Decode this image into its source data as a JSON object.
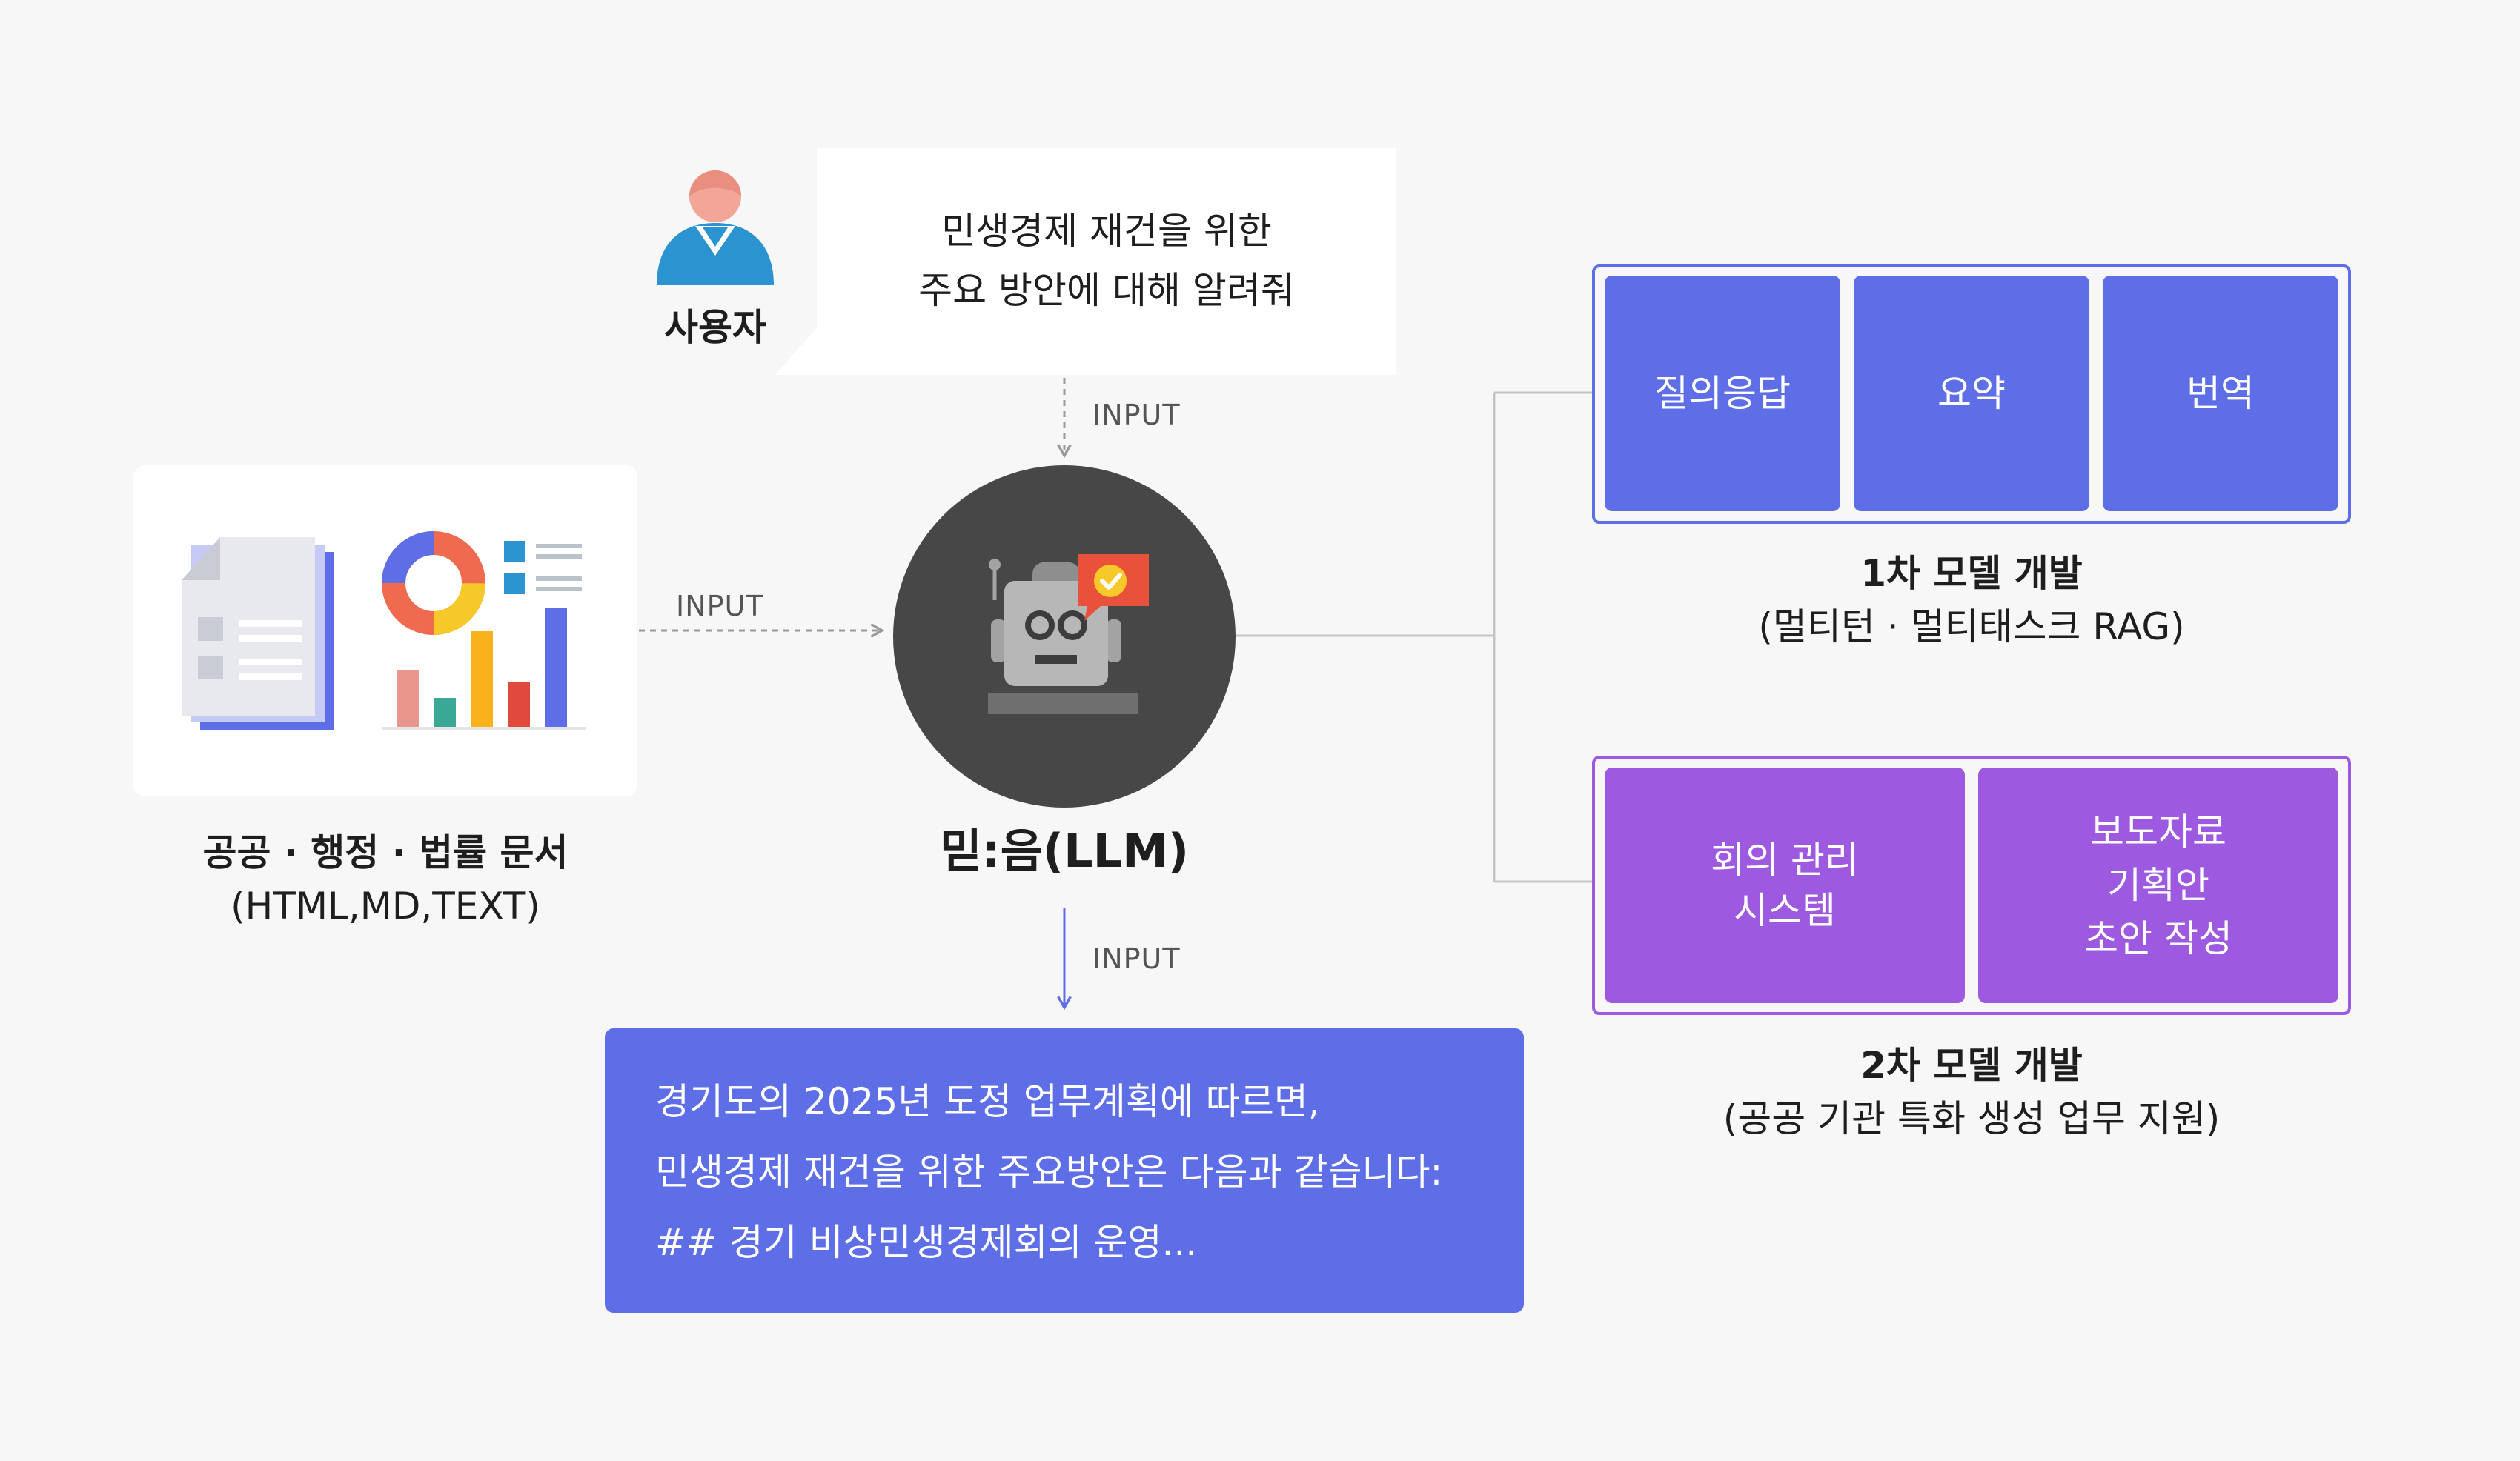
{
  "user": {
    "label": "사용자",
    "query_line1": "민생경제 재건을 위한",
    "query_line2": "주요 방안에 대해 알려줘"
  },
  "connectors": {
    "input_top": "INPUT",
    "input_left": "INPUT",
    "input_bottom": "INPUT"
  },
  "documents": {
    "title": "공공 · 행정 · 법률 문서",
    "formats": "(HTML,MD,TEXT)"
  },
  "llm": {
    "name": "믿:음(LLM)"
  },
  "model1": {
    "tasks": [
      "질의응답",
      "요약",
      "번역"
    ],
    "title": "1차 모델 개발",
    "subtitle": "(멀티턴 · 멀티태스크 RAG)"
  },
  "model2": {
    "task1_line1": "회의 관리",
    "task1_line2": "시스템",
    "task2_line1": "보도자료",
    "task2_line2": "기획안",
    "task2_line3": "초안 작성",
    "title": "2차 모델 개발",
    "subtitle": "(공공 기관 특화 생성 업무 지원)"
  },
  "output": {
    "line1": "경기도의 2025년 도정 업무계획에 따르면,",
    "line2": "민생경제 재건을 위한 주요방안은 다음과 같습니다:",
    "line3": "## 경기 비상민생경제회의 운영..."
  },
  "colors": {
    "blue": "#5d6ee7",
    "purple": "#9d59e0",
    "llm_circle": "#474747",
    "background": "#f7f7f7"
  }
}
